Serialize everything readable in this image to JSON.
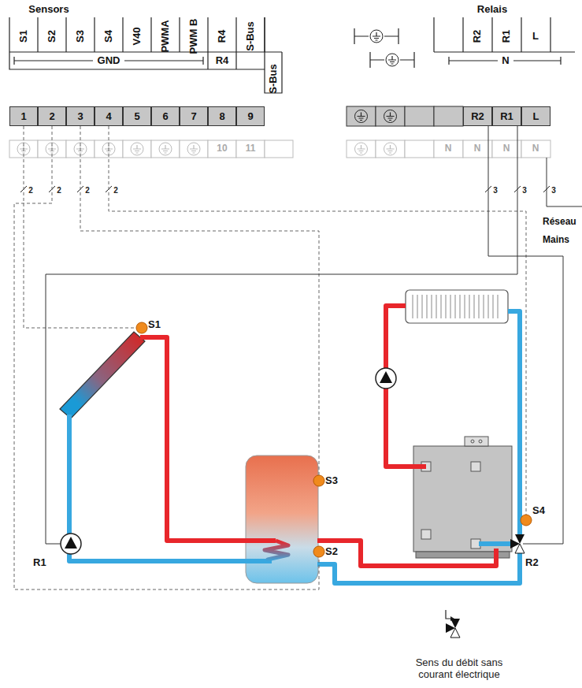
{
  "diagram": {
    "nodes": [
      {
        "text": [
          "1"
        ]
      },
      {
        "text": [
          "2"
        ]
      },
      {
        "text": [
          "3"
        ]
      },
      {
        "text": [
          "4"
        ]
      },
      {
        "text": [
          "5"
        ]
      },
      {
        "text": [
          "6"
        ]
      },
      {
        "text": [
          "7"
        ]
      },
      {
        "text": [
          "8"
        ]
      },
      {
        "text": [
          "9"
        ]
      },
      {
        "text": [
          "R2"
        ]
      },
      {
        "text": [
          "R1"
        ]
      },
      {
        "text": [
          "L"
        ]
      },
      {
        "text": [
          "S1"
        ]
      },
      {
        "text": [
          "S3"
        ]
      },
      {
        "text": [
          "S2"
        ]
      },
      {
        "text": [
          "S4"
        ]
      },
      {
        "text": [
          "R1"
        ]
      },
      {
        "text": [
          "R2"
        ]
      }
    ],
    "edges": [
      {
        "from": 0,
        "to": 12,
        "arrow": "none"
      },
      {
        "from": 1,
        "to": 14,
        "arrow": "none"
      },
      {
        "from": 2,
        "to": 13,
        "arrow": "none"
      },
      {
        "from": 3,
        "to": 15,
        "arrow": "none"
      },
      {
        "from": 10,
        "to": 16,
        "arrow": "none"
      },
      {
        "from": 9,
        "to": 17,
        "arrow": "none"
      }
    ],
    "labels": [
      "Sensors",
      "S1",
      "S2",
      "S3",
      "S4",
      "V40",
      "PWMA",
      "PWM B",
      "R4",
      "S-Bus",
      "GND",
      "R4",
      "S-Bus",
      "Relais",
      "R2",
      "R1",
      "L",
      "N",
      "10",
      "11",
      "N",
      "N",
      "N",
      "N",
      "2",
      "2",
      "2",
      "2",
      "3",
      "3",
      "3",
      "Réseau",
      "Mains",
      "Sens du débit sans courant électrique"
    ]
  }
}
